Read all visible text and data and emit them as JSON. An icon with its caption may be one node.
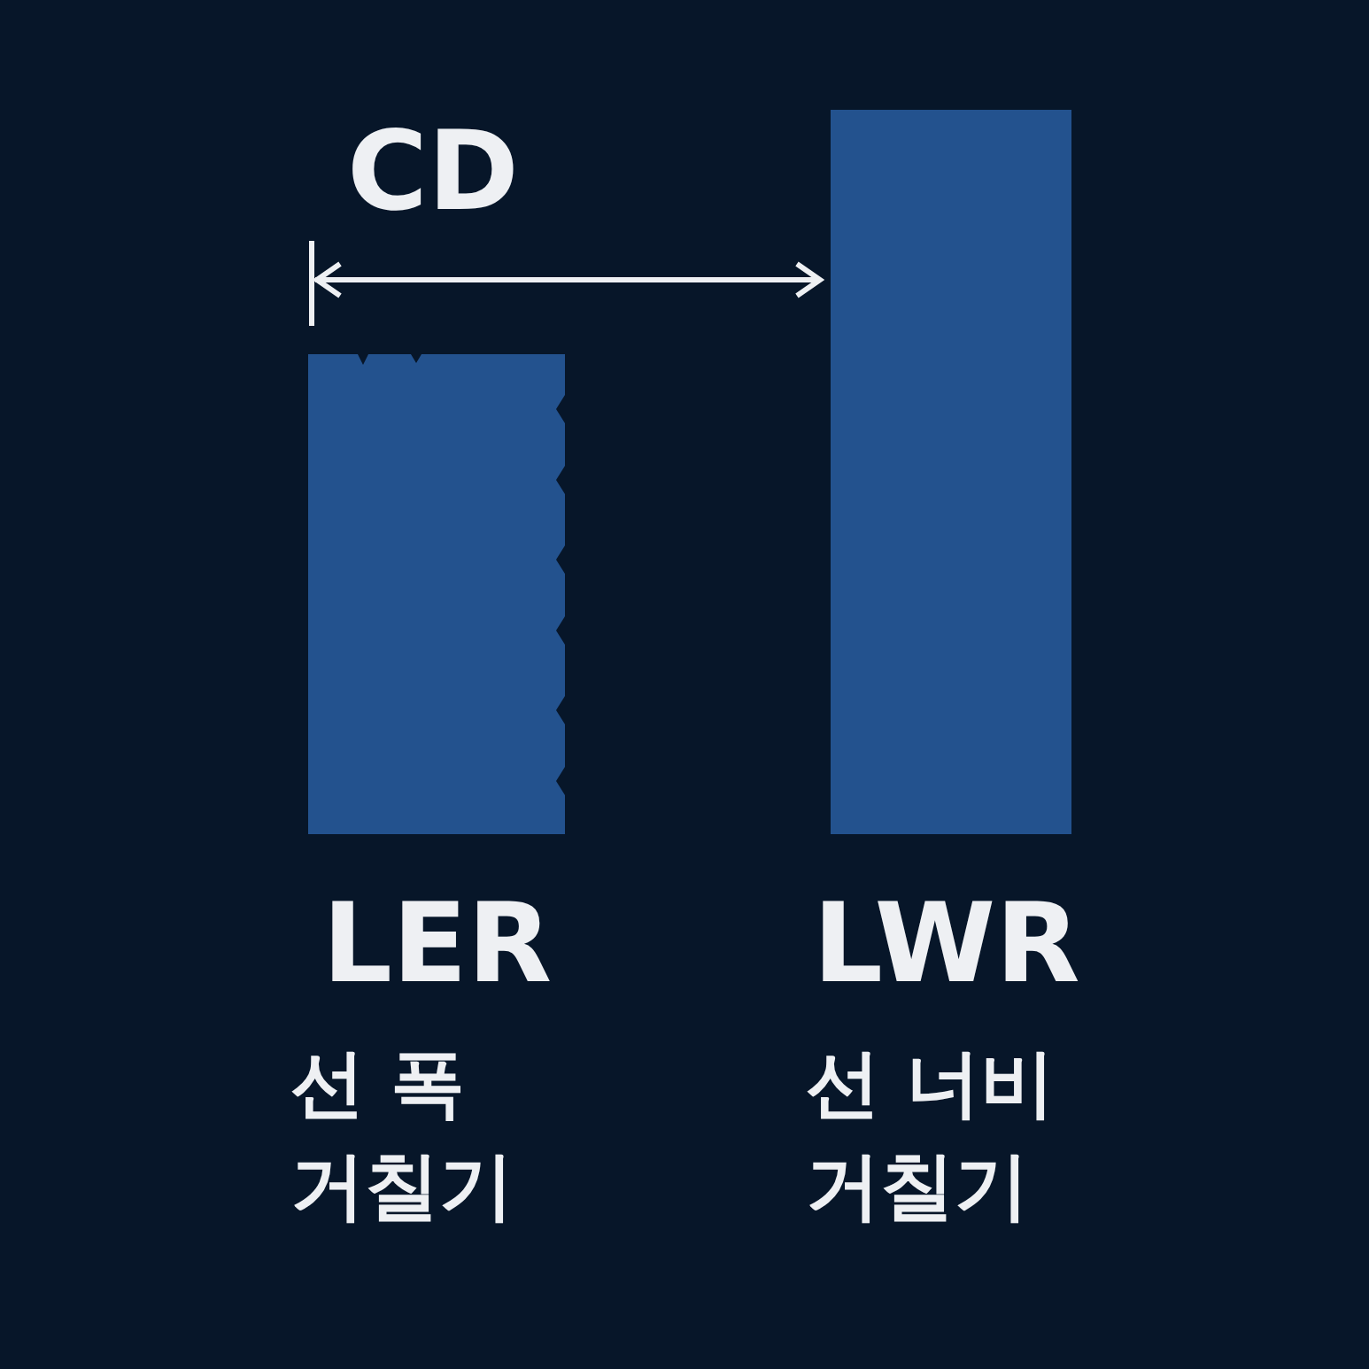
{
  "diagram": {
    "nodes": [
      {
        "text": [
          "LER",
          "선 폭 거칠기"
        ]
      },
      {
        "text": [
          "LWR",
          "선 너비 거칠기"
        ]
      }
    ],
    "labels": [
      "CD"
    ]
  }
}
